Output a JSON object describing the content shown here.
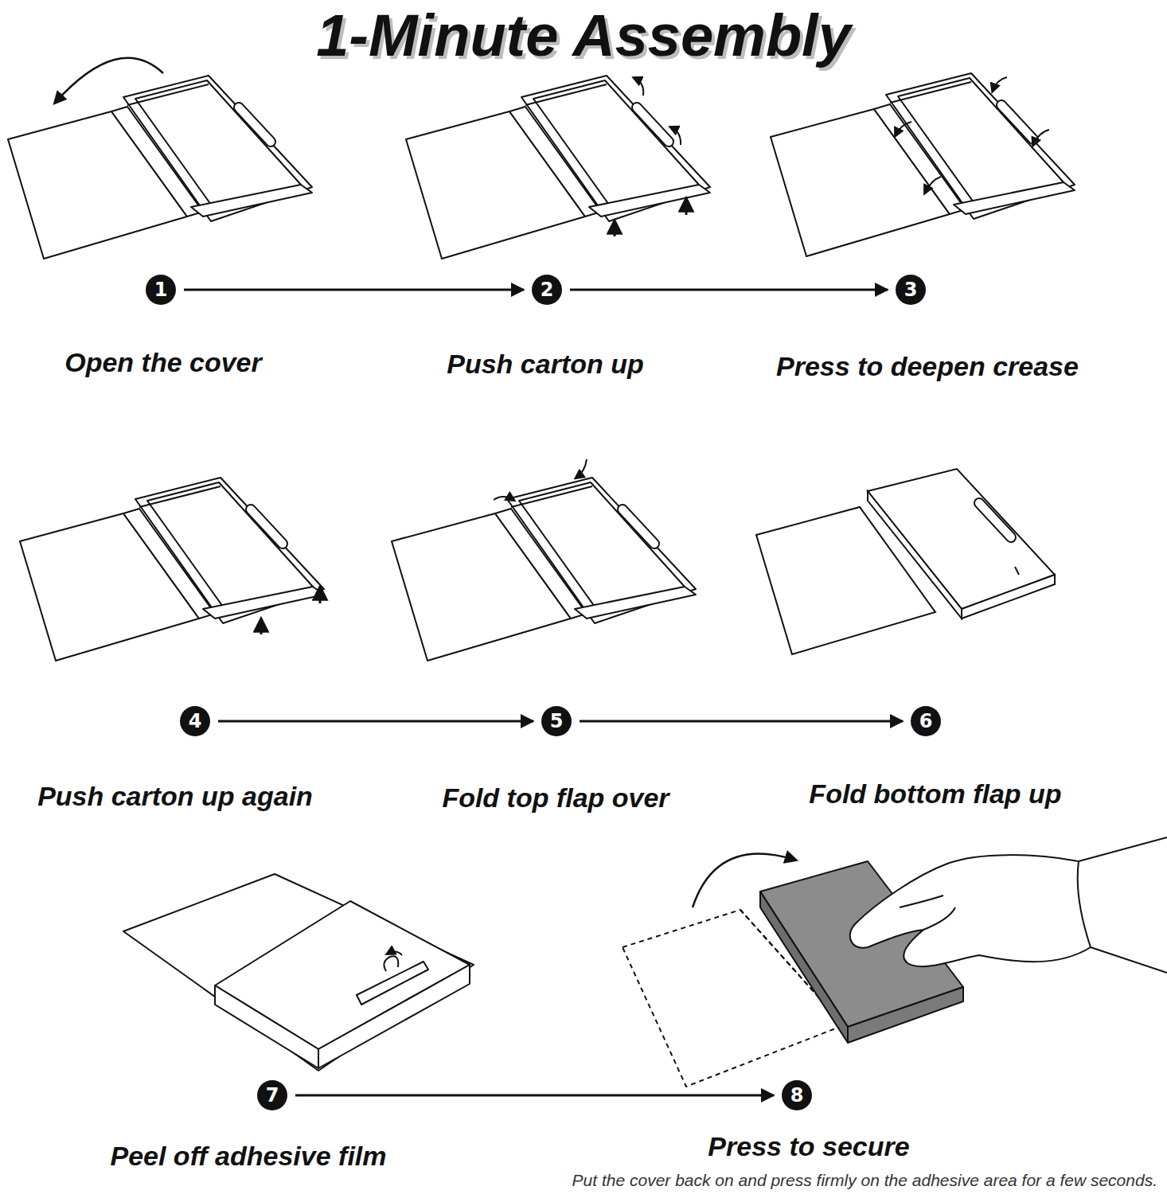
{
  "diagram": {
    "title": "1-Minute Assembly",
    "nodes": [
      {
        "text": [
          "1"
        ]
      },
      {
        "text": [
          "2"
        ]
      },
      {
        "text": [
          "3"
        ]
      },
      {
        "text": [
          "4"
        ]
      },
      {
        "text": [
          "5"
        ]
      },
      {
        "text": [
          "6"
        ]
      },
      {
        "text": [
          "7"
        ]
      },
      {
        "text": [
          "8"
        ]
      }
    ],
    "edges": [
      {
        "from": 0,
        "to": 1,
        "arrow": "to"
      },
      {
        "from": 1,
        "to": 2,
        "arrow": "to"
      },
      {
        "from": 3,
        "to": 4,
        "arrow": "to"
      },
      {
        "from": 4,
        "to": 5,
        "arrow": "to"
      },
      {
        "from": 6,
        "to": 7,
        "arrow": "to"
      }
    ],
    "labels": [
      "Open the cover",
      "Push carton up",
      "Press to deepen crease",
      "Push carton up again",
      "Fold top flap over",
      "Fold bottom flap up",
      "Peel off adhesive film",
      "Press to secure",
      "Put the cover back on and press firmly on the adhesive area for a few seconds."
    ]
  }
}
